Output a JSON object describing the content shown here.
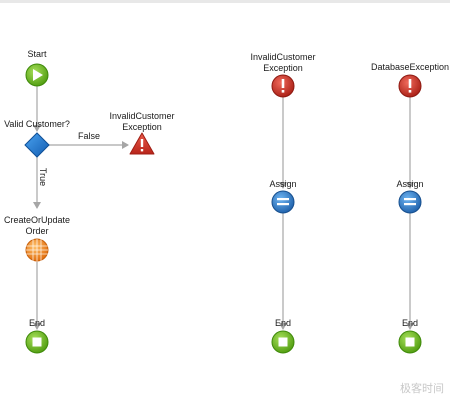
{
  "flow1": {
    "start_label": "Start",
    "decision_label": "Valid Customer?",
    "false_label": "False",
    "true_label": "True",
    "raise_label_line1": "InvalidCustomer",
    "raise_label_line2": "Exception",
    "action_label_line1": "CreateOrUpdate",
    "action_label_line2": "Order",
    "end_label": "End"
  },
  "flow2": {
    "handler_label_line1": "InvalidCustomer",
    "handler_label_line2": "Exception",
    "assign_label": "Assign",
    "end_label": "End"
  },
  "flow3": {
    "handler_label": "DatabaseException",
    "assign_label": "Assign",
    "end_label": "End"
  },
  "watermark": "极客时间",
  "colors": {
    "start": "#6cbb1e",
    "decision": "#1f78d1",
    "raise": "#d63a2a",
    "handler": "#d0302a",
    "assign": "#2b7fd0",
    "action": "#f08a1d",
    "end": "#6cbb1e",
    "connector": "#a6a6a6"
  }
}
